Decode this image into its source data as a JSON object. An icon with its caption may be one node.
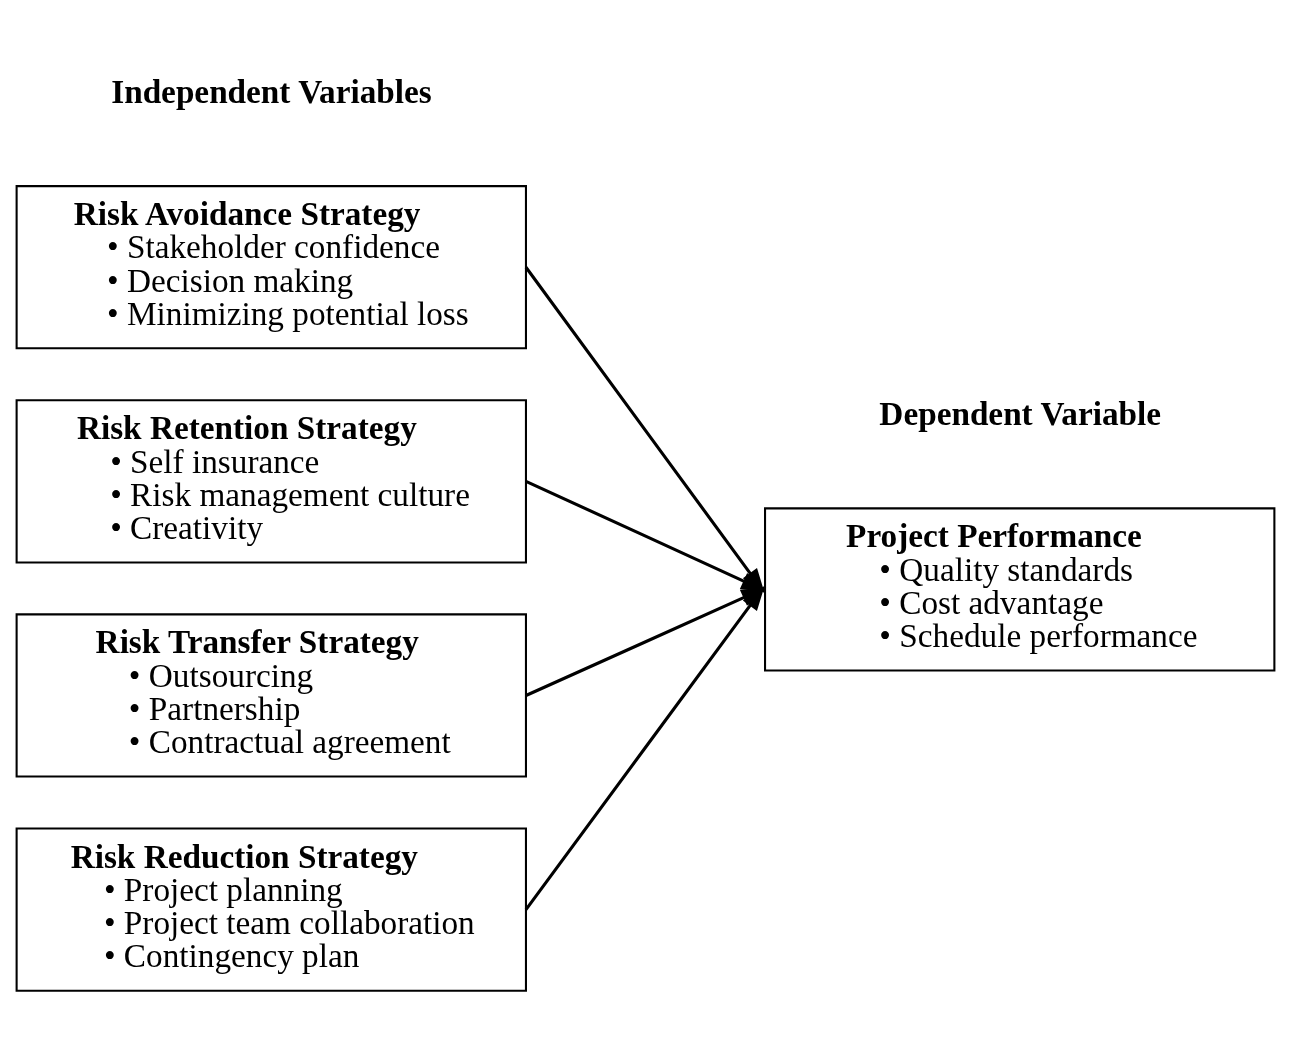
{
  "diagram": {
    "nodes": [
      {
        "text": [
          "Risk Avoidance Strategy",
          "• Stakeholder confidence",
          "• Decision making",
          "• Minimizing potential loss"
        ]
      },
      {
        "text": [
          "Risk Retention Strategy",
          "• Self insurance",
          "• Risk management culture",
          "• Creativity"
        ]
      },
      {
        "text": [
          "Risk Transfer Strategy",
          "• Outsourcing",
          "• Partnership",
          "• Contractual agreement"
        ]
      },
      {
        "text": [
          "Risk Reduction Strategy",
          "• Project planning",
          "• Project team collaboration",
          "• Contingency plan"
        ]
      },
      {
        "text": [
          "Project Performance",
          "• Quality standards",
          "• Cost advantage",
          "• Schedule performance"
        ]
      }
    ],
    "edges": [
      {
        "from": 0,
        "to": 4,
        "arrow": "to"
      },
      {
        "from": 1,
        "to": 4,
        "arrow": "to"
      },
      {
        "from": 2,
        "to": 4,
        "arrow": "to"
      },
      {
        "from": 3,
        "to": 4,
        "arrow": "to"
      }
    ],
    "labels": [
      "Independent Variables",
      "Dependent Variable"
    ]
  }
}
